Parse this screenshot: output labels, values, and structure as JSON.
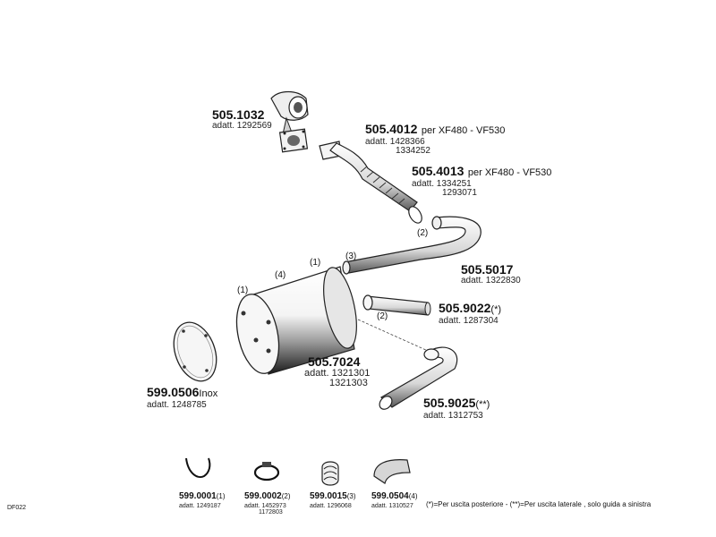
{
  "parts": {
    "p1": {
      "number": "505.1032",
      "adatt": "adatt. 1292569"
    },
    "p2": {
      "number": "505.4012",
      "suffix": "per  XF480  -  VF530",
      "adatt": "adatt. 1428366",
      "adatt2": "1334252"
    },
    "p3": {
      "number": "505.4013",
      "suffix": "per  XF480  -  VF530",
      "adatt": "adatt. 1334251",
      "adatt2": "1293071"
    },
    "p4": {
      "number": "505.5017",
      "adatt": "adatt. 1322830"
    },
    "p5": {
      "number": "505.9022",
      "suffix": "(*)",
      "adatt": "adatt. 1287304"
    },
    "p6": {
      "number": "505.7024",
      "adatt": "adatt. 1321301",
      "adatt2": "1321303"
    },
    "p7": {
      "number": "599.0506",
      "suffix": "Inox",
      "adatt": "adatt. 1248785"
    },
    "p8": {
      "number": "505.9025",
      "suffix": "(**)",
      "adatt": "adatt. 1312753"
    }
  },
  "callouts": {
    "c1": "(2)",
    "c2": "(3)",
    "c3": "(1)",
    "c4": "(4)",
    "c5": "(1)",
    "c6": "(2)"
  },
  "accessories": {
    "a1": {
      "number": "599.0001",
      "qty": "(1)",
      "adatt": "adatt. 1249187"
    },
    "a2": {
      "number": "599.0002",
      "qty": "(2)",
      "adatt": "adatt. 1452973",
      "adatt2": "1172803"
    },
    "a3": {
      "number": "599.0015",
      "qty": "(3)",
      "adatt": "adatt. 1296068"
    },
    "a4": {
      "number": "599.0504",
      "qty": "(4)",
      "adatt": "adatt. 1310527"
    }
  },
  "footnote": "(*)=Per uscita posteriore  -  (**)=Per uscita laterale , solo guida a sinistra",
  "code": "DF022"
}
